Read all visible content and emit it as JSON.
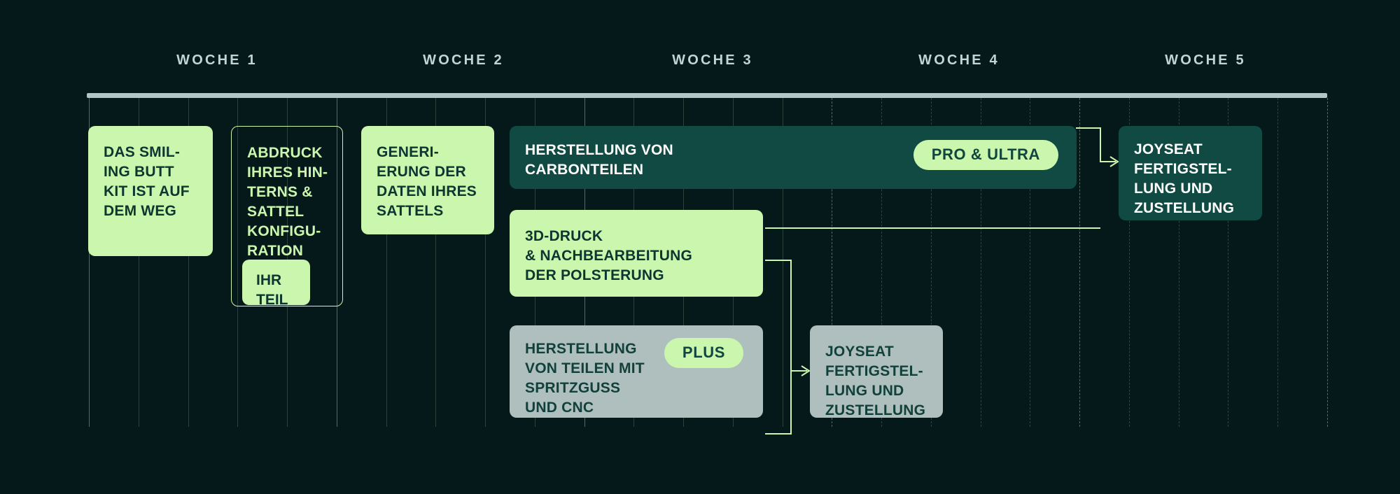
{
  "chart_data": {
    "type": "table",
    "title": "",
    "xlabel": "",
    "ylabel": "",
    "axis": {
      "ticks": [
        "WOCHE 1",
        "WOCHE 2",
        "WOCHE 3",
        "WOCHE 4",
        "WOCHE 5"
      ],
      "grid": true
    },
    "tasks": [
      {
        "name": "Das Smiling Butt Kit ist auf dem Weg",
        "week_start": 0.0,
        "week_end": 0.55,
        "style": "green"
      },
      {
        "name": "Abdruck Ihres Hinterns & Sattel Konfiguration",
        "week_start": 0.6,
        "week_end": 1.05,
        "style": "outline"
      },
      {
        "name": "Generierung der Daten Ihres Sattels",
        "week_start": 1.1,
        "week_end": 1.6,
        "style": "green"
      },
      {
        "name": "Herstellung von Carbonteilen",
        "week_start": 1.7,
        "week_end": 3.95,
        "style": "teal",
        "badge": "PRO & ULTRA"
      },
      {
        "name": "3D-Druck & Nachbearbeitung der Polsterung",
        "week_start": 1.7,
        "week_end": 2.55,
        "style": "green"
      },
      {
        "name": "Herstellung von Teilen mit Spritzguss und CNC",
        "week_start": 1.7,
        "week_end": 2.55,
        "style": "gray",
        "badge": "PLUS"
      },
      {
        "name": "Joyseat Fertigstellung und Zustellung",
        "week_start": 2.7,
        "week_end": 3.2,
        "style": "gray"
      },
      {
        "name": "Joyseat Fertigstellung und Zustellung",
        "week_start": 4.05,
        "week_end": 4.6,
        "style": "teal"
      }
    ]
  },
  "colors": {
    "background": "#06191a",
    "accent_green": "#caf6ad",
    "teal_fill": "#104a42",
    "gray_fill": "#aebfbd",
    "dark_text": "#0d3630",
    "ruler": "#b3c5c4",
    "week_label": "#c3d5d2",
    "connector": "#caf6ad"
  },
  "timeline": {
    "weeks": [
      {
        "label": "WOCHE 1"
      },
      {
        "label": "WOCHE 2"
      },
      {
        "label": "WOCHE 3"
      },
      {
        "label": "WOCHE 4"
      },
      {
        "label": "WOCHE 5"
      }
    ]
  },
  "boxes": {
    "kit_unterwegs": {
      "lines": [
        "DAS SMIL-",
        "ING BUTT",
        "KIT IST AUF",
        "DEM WEG"
      ]
    },
    "abdruck": {
      "lines": [
        "ABDRUCK",
        "IHRES HIN-",
        "TERNS &",
        "SATTEL",
        "KONFIGU-",
        "RATION"
      ]
    },
    "ihr_teil": {
      "lines": [
        "IHR",
        "TEIL"
      ]
    },
    "generierung": {
      "lines": [
        "GENERI-",
        "ERUNG DER",
        "DATEN IHRES",
        "SATTELS"
      ]
    },
    "carbonteile": {
      "lines": [
        "HERSTELLUNG VON",
        "CARBONTEILEN"
      ],
      "badge": "PRO & ULTRA"
    },
    "druck_polsterung": {
      "lines": [
        "3D-DRUCK",
        "& NACHBEARBEITUNG",
        "DER POLSTERUNG"
      ]
    },
    "spritzguss": {
      "lines": [
        "HERSTELLUNG",
        "VON TEILEN MIT",
        "SPRITZGUSS",
        "UND CNC"
      ],
      "badge": "PLUS"
    },
    "joyseat_plus": {
      "lines": [
        "JOYSEAT",
        "FERTIGSTEL-",
        "LUNG UND",
        "ZUSTELLUNG"
      ]
    },
    "joyseat_pro": {
      "lines": [
        "JOYSEAT",
        "FERTIGSTEL-",
        "LUNG UND",
        "ZUSTELLUNG"
      ]
    }
  }
}
